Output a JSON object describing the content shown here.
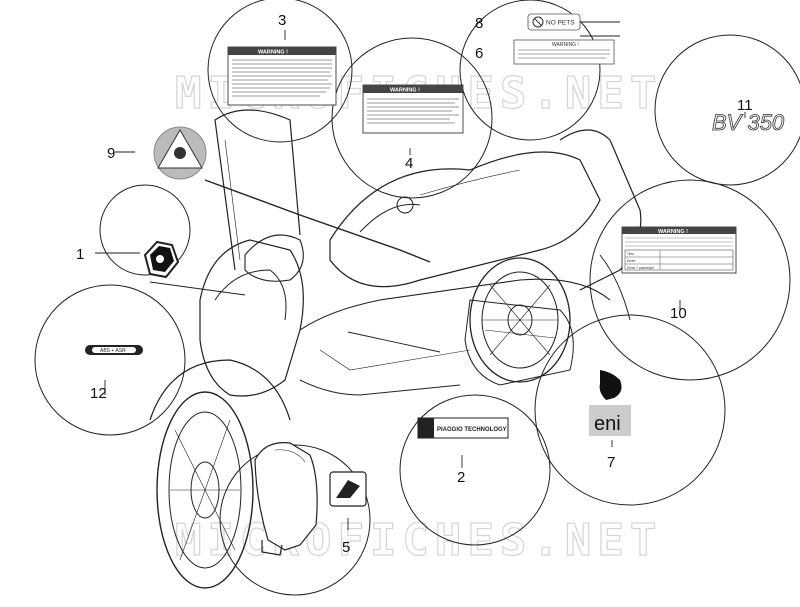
{
  "watermark": "MICROFICHES.NET",
  "callouts": {
    "c1": "1",
    "c2": "2",
    "c3": "3",
    "c4": "4",
    "c5": "5",
    "c6": "6",
    "c7": "7",
    "c8": "8",
    "c9": "9",
    "c10": "10",
    "c11": "11",
    "c12": "12"
  },
  "labels": {
    "warning": "WARNING !",
    "no_pets": "NO PETS",
    "abs_asr": "ABS + ASR",
    "piaggio_tech": "PIAGGIO TECHNOLOGY",
    "eni": "eni",
    "model": "BV 350",
    "tyre_header": "Tires",
    "tyre_rows": [
      "Driver",
      "Driver + passenger"
    ]
  },
  "colors": {
    "line": "#222222",
    "watermark": "#d5d5d5",
    "label_dark": "#333333"
  }
}
